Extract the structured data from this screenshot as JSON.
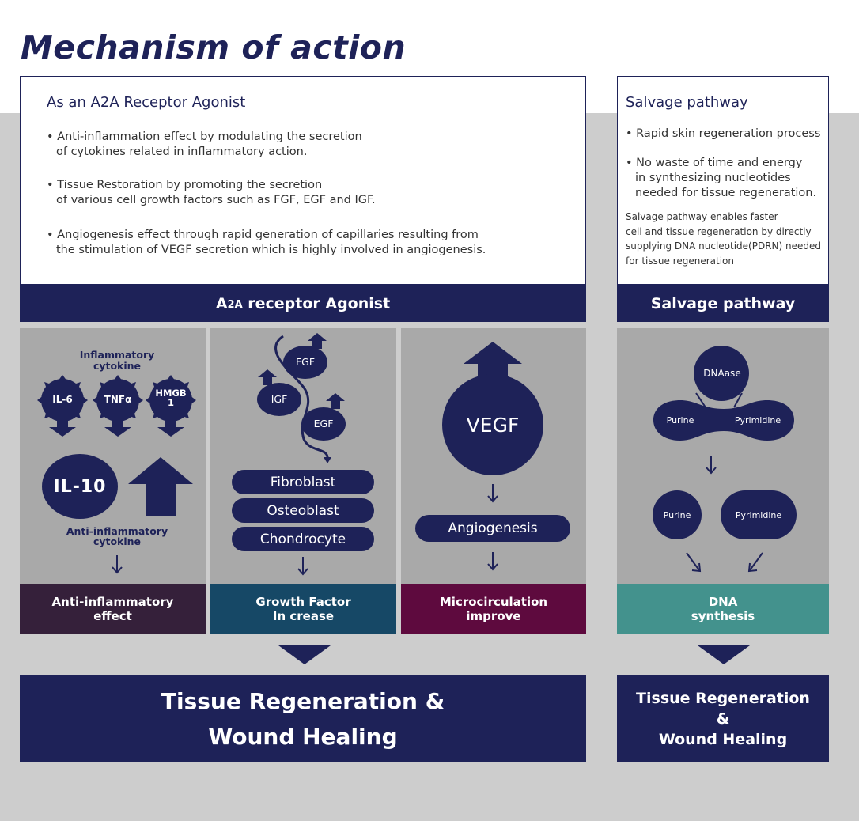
{
  "title": "Mechanism of action",
  "left_box": {
    "heading": "As an A2A Receptor Agonist",
    "bullets": [
      {
        "l1": "• Anti-inflammation effect by modulating the secretion",
        "l2": "of cytokines related in inflammatory action."
      },
      {
        "l1": "• Tissue Restoration by promoting the secretion",
        "l2": "of various cell growth factors such as FGF, EGF and IGF."
      },
      {
        "l1": "• Angiogenesis effect through rapid generation of capillaries resulting from",
        "l2": "the stimulation of VEGF secretion which is highly involved in angiogenesis."
      }
    ]
  },
  "right_box": {
    "heading": "Salvage pathway",
    "b1": "• Rapid skin regeneration process",
    "b2_l1": "• No waste of time and energy",
    "b2_l2": "in synthesizing nucleotides",
    "b2_l3": "needed for tissue regeneration.",
    "note_lines": [
      "Salvage pathway enables faster",
      "cell and tissue regeneration by directly",
      "supplying DNA nucleotide(PDRN) needed",
      "for tissue regeneration"
    ]
  },
  "bars": {
    "a2a_big": "A",
    "a2a_small": "2A",
    "a2a_rest": " receptor Agonist",
    "salvage": "Salvage pathway"
  },
  "col1": {
    "top_l1": "Inflammatory",
    "top_l2": "cytokine",
    "gears": [
      "IL-6",
      "TNFα",
      "HMGB",
      "1"
    ],
    "il10": "IL-10",
    "bot_l1": "Anti-inflammatory",
    "bot_l2": "cytokine",
    "label_l1": "Anti-inflammatory",
    "label_l2": "effect"
  },
  "col2": {
    "factors": [
      "FGF",
      "IGF",
      "EGF"
    ],
    "pills": [
      "Fibroblast",
      "Osteoblast",
      "Chondrocyte"
    ],
    "label_l1": "Growth Factor",
    "label_l2": "In crease"
  },
  "col3": {
    "vegf": "VEGF",
    "pill": "Angiogenesis",
    "label_l1": "Microcirculation",
    "label_l2": "improve"
  },
  "col4": {
    "dnaase": "DNAase",
    "purine": "Purine",
    "pyrimidine": "Pyrimidine",
    "label_l1": "DNA",
    "label_l2": "synthesis"
  },
  "result_left": {
    "l1": "Tissue Regeneration &",
    "l2": "Wound Healing"
  },
  "result_right": {
    "l1": "Tissue Regeneration",
    "l2": "&",
    "l3": "Wound Healing"
  },
  "colors": {
    "navy": "#1e2258",
    "col1_label": "#35203a",
    "col2_label": "#164866",
    "col3_label": "#5e0a3e",
    "col4_label": "#43928d",
    "panel": "#a9a9a9",
    "background": "#cdcdcd"
  }
}
